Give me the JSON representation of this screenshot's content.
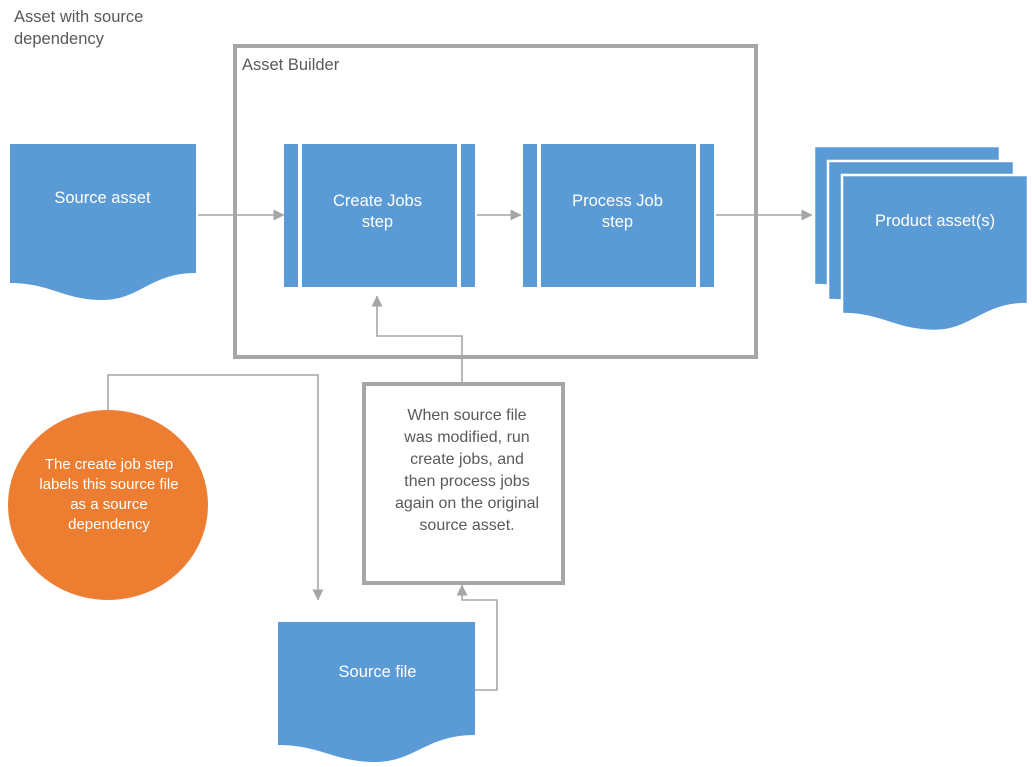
{
  "diagram": {
    "type": "flowchart",
    "title": "Asset with source\ndependency",
    "colors": {
      "shape_blue": "#5B9BD5",
      "accent_orange": "#ED7D31",
      "container_border": "#A6A6A6",
      "connector_gray": "#A6A6A6",
      "text_gray": "#595959",
      "shape_text": "#FFFFFF",
      "background": "#FFFFFF"
    },
    "container": {
      "label": "Asset Builder"
    },
    "nodes": {
      "source_asset": {
        "label": "Source asset",
        "shape": "document"
      },
      "create_jobs": {
        "label": "Create Jobs\nstep",
        "shape": "predefined-process"
      },
      "process_job": {
        "label": "Process Job\nstep",
        "shape": "predefined-process"
      },
      "product_assets": {
        "label": "Product asset(s)",
        "shape": "multi-document"
      },
      "source_file": {
        "label": "Source file",
        "shape": "document"
      },
      "circle_note": {
        "label": "The create job step\nlabels this source file\nas a source\ndependency",
        "shape": "ellipse"
      },
      "box_note": {
        "label": "When source file\nwas modified, run\ncreate jobs, and\nthen process jobs\nagain on the original\nsource asset.",
        "shape": "rectangle"
      }
    },
    "edges": [
      {
        "from": "source_asset",
        "to": "create_jobs",
        "style": "straight-arrow"
      },
      {
        "from": "create_jobs",
        "to": "process_job",
        "style": "straight-arrow"
      },
      {
        "from": "process_job",
        "to": "product_assets",
        "style": "straight-arrow"
      },
      {
        "from": "circle_note",
        "to": "source_file",
        "style": "elbow-arrow"
      },
      {
        "from": "box_note",
        "to": "create_jobs",
        "style": "elbow-arrow"
      },
      {
        "from": "source_file",
        "to": "box_note",
        "style": "elbow-arrow"
      }
    ]
  }
}
